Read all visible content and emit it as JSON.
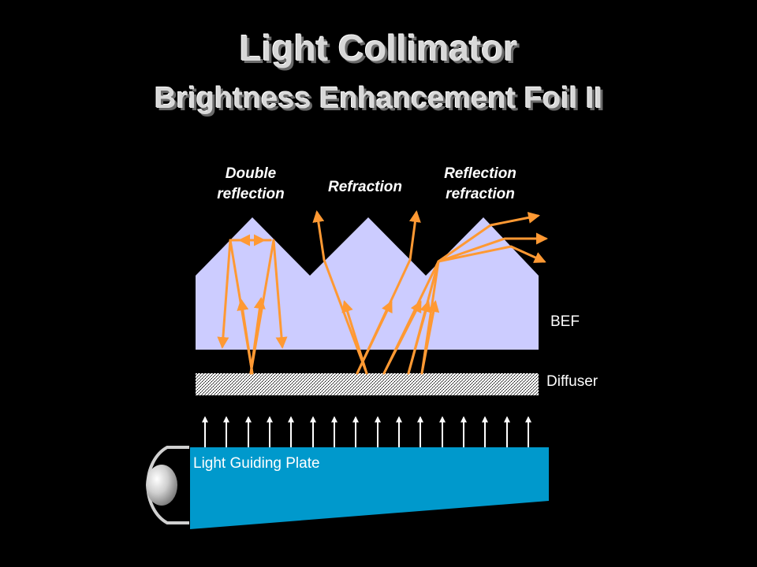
{
  "title": {
    "main": "Light Collimator",
    "sub": "Brightness Enhancement Foil II"
  },
  "labels": {
    "double_reflection_line1": "Double",
    "double_reflection_line2": "reflection",
    "refraction": "Refraction",
    "reflection_refraction_line1": "Reflection",
    "reflection_refraction_line2": "refraction",
    "bef": "BEF",
    "diffuser": "Diffuser",
    "light_guiding_plate": "Light Guiding Plate"
  },
  "colors": {
    "background": "#000000",
    "bef_fill": "#ccccff",
    "ray": "#ff9933",
    "plate": "#0099cc",
    "text": "#ffffff"
  }
}
